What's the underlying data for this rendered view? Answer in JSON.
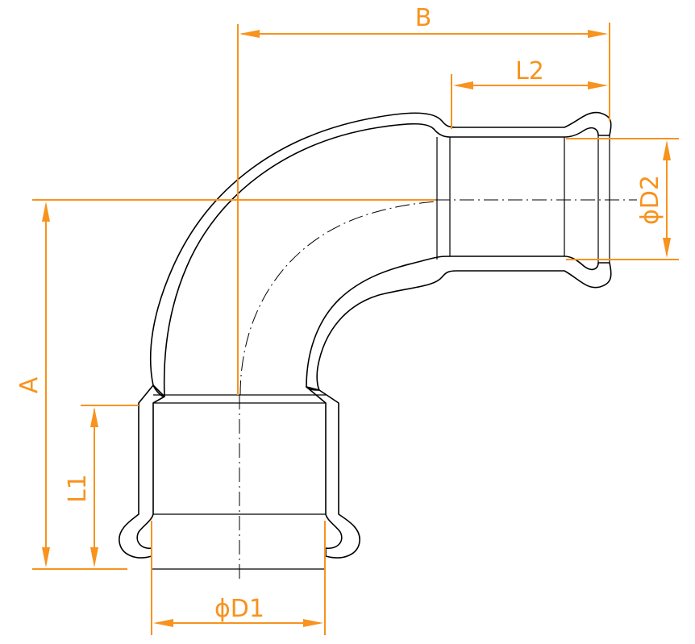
{
  "labels": {
    "B": "B",
    "L2": "L2",
    "D2": "ϕD2",
    "A": "A",
    "L1": "L1",
    "D1": "ϕD1"
  },
  "colors": {
    "dimension": "#f7931e",
    "outline": "#000000",
    "background": "#ffffff"
  }
}
